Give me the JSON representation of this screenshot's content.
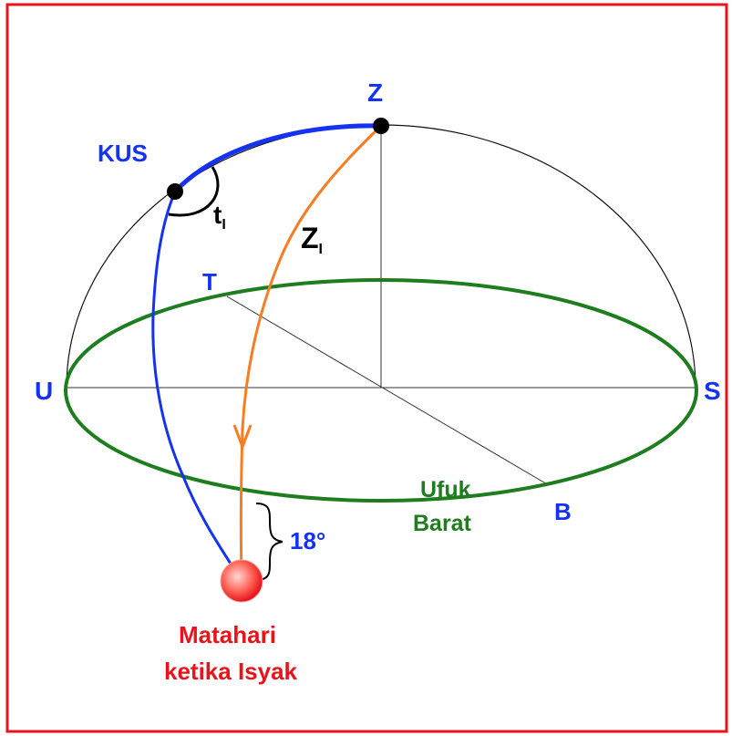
{
  "colors": {
    "border": "#e8141b",
    "kus": "#1432f0",
    "zenith_path": "#f77c22",
    "horizon": "#1e7d1e",
    "sun": "#ff3b3b",
    "text_black": "#000000"
  },
  "labels": {
    "zenith": "Z",
    "kus": "KUS",
    "hour_angle_main": "t",
    "hour_angle_sub": "I",
    "zenith_distance_main": "Z",
    "zenith_distance_sub": "I",
    "east": "T",
    "north": "U",
    "south": "S",
    "west": "B",
    "horizon_line1": "Ufuk",
    "horizon_line2": "Barat",
    "depression": "18°",
    "sun_line1": "Matahari",
    "sun_line2": "ketika Isyak"
  },
  "icons": {
    "sun": "sun-icon",
    "zenith_point": "point-icon",
    "kus_point": "point-icon",
    "arrow": "arrow-down-icon"
  }
}
